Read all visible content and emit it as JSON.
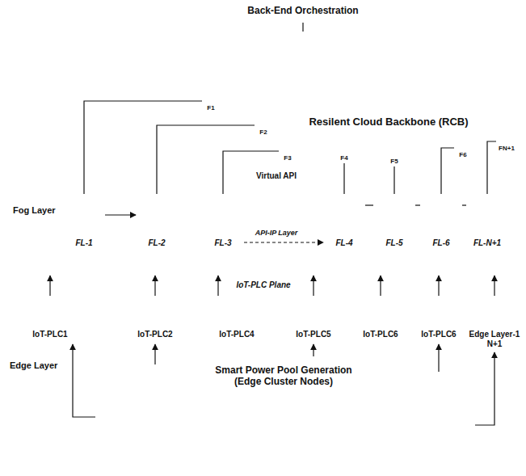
{
  "diagram": {
    "nodes": [
      {
        "text": [
          "Back-End Orchestration"
        ]
      },
      {
        "text": [
          "Resilent Cloud Backbone (RCB)"
        ]
      },
      {
        "text": [
          "F1"
        ]
      },
      {
        "text": [
          "F2"
        ]
      },
      {
        "text": [
          "F3"
        ]
      },
      {
        "text": [
          "F4"
        ]
      },
      {
        "text": [
          "F5"
        ]
      },
      {
        "text": [
          "F6"
        ]
      },
      {
        "text": [
          "FN+1"
        ]
      },
      {
        "text": [
          "Fog Layer"
        ]
      },
      {
        "text": [
          "FL-1"
        ],
        "in": 9
      },
      {
        "text": [
          "FL-2"
        ],
        "in": 9
      },
      {
        "text": [
          "FL-3"
        ],
        "in": 9
      },
      {
        "text": [
          "Virtual API"
        ],
        "in": 9
      },
      {
        "text": [
          "FL-4"
        ],
        "in": 9
      },
      {
        "text": [
          "FL-5"
        ],
        "in": 9
      },
      {
        "text": [
          "FL-6"
        ],
        "in": 9
      },
      {
        "text": [
          "FL-N+1"
        ],
        "in": 9
      },
      {
        "text": [
          "IoT-PLC Plane"
        ]
      },
      {
        "text": [
          "IoT-PLC1"
        ]
      },
      {
        "text": [
          "IoT-PLC2"
        ]
      },
      {
        "text": [
          "IoT-PLC4"
        ]
      },
      {
        "text": [
          "IoT-PLC5"
        ]
      },
      {
        "text": [
          "IoT-PLC6"
        ]
      },
      {
        "text": [
          "IoT-PLC6"
        ]
      },
      {
        "text": [
          "Edge Layer-1 N+1"
        ]
      },
      {
        "text": [
          "Smart Power Pool Generation (Edge Cluster Nodes)"
        ]
      }
    ],
    "edges": [
      {
        "from": 0,
        "to": 1,
        "arrow": "none"
      },
      {
        "from": 10,
        "to": 2,
        "arrow": "none"
      },
      {
        "from": 11,
        "to": 3,
        "arrow": "none"
      },
      {
        "from": 12,
        "to": 4,
        "arrow": "none"
      },
      {
        "from": 14,
        "to": 5,
        "arrow": "none"
      },
      {
        "from": 15,
        "to": 6,
        "arrow": "none"
      },
      {
        "from": 16,
        "to": 7,
        "arrow": "none"
      },
      {
        "from": 17,
        "to": 8,
        "arrow": "none"
      },
      {
        "from": 10,
        "to": 11,
        "arrow": "to"
      },
      {
        "from": 12,
        "to": 14,
        "arrow": "to"
      },
      {
        "from": 14,
        "to": 15,
        "arrow": "none"
      },
      {
        "from": 15,
        "to": 16,
        "arrow": "none"
      },
      {
        "from": 16,
        "to": 17,
        "arrow": "none"
      },
      {
        "from": 19,
        "to": 18,
        "arrow": "to"
      },
      {
        "from": 20,
        "to": 18,
        "arrow": "to"
      },
      {
        "from": 21,
        "to": 18,
        "arrow": "to"
      },
      {
        "from": 22,
        "to": 18,
        "arrow": "to"
      },
      {
        "from": 23,
        "to": 18,
        "arrow": "to"
      },
      {
        "from": 24,
        "to": 18,
        "arrow": "to"
      },
      {
        "from": 25,
        "to": 18,
        "arrow": "to"
      },
      {
        "from": 26,
        "to": 19,
        "arrow": "to"
      },
      {
        "from": 26,
        "to": 20,
        "arrow": "to"
      },
      {
        "from": 26,
        "to": 22,
        "arrow": "to"
      },
      {
        "from": 26,
        "to": 24,
        "arrow": "to"
      },
      {
        "from": 26,
        "to": 25,
        "arrow": "to"
      }
    ],
    "labels": [
      "API-IP Layer",
      "Edge Layer"
    ]
  }
}
